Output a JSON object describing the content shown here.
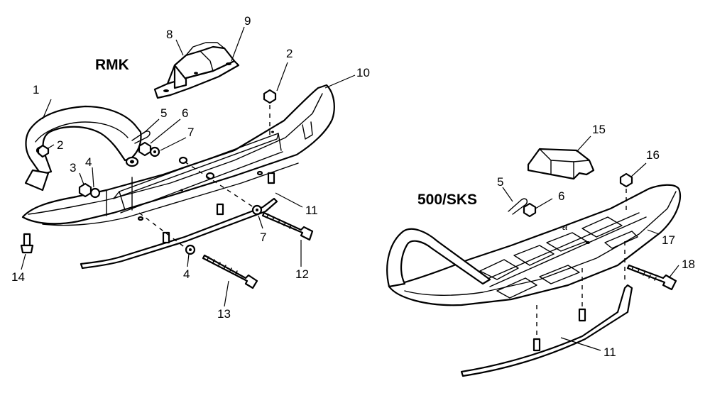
{
  "titles": {
    "rmk": "RMK",
    "sks": "500/SKS"
  },
  "labels": {
    "l1": "1",
    "l2a": "2",
    "l2b": "2",
    "l3": "3",
    "l4a": "4",
    "l4b": "4",
    "l5a": "5",
    "l5b": "5",
    "l6a": "6",
    "l6b": "6",
    "l7a": "7",
    "l7b": "7",
    "l8": "8",
    "l9": "9",
    "l10": "10",
    "l11a": "11",
    "l11b": "11",
    "l12": "12",
    "l13": "13",
    "l14": "14",
    "l15": "15",
    "l16": "16",
    "l17": "17",
    "l18": "18"
  }
}
